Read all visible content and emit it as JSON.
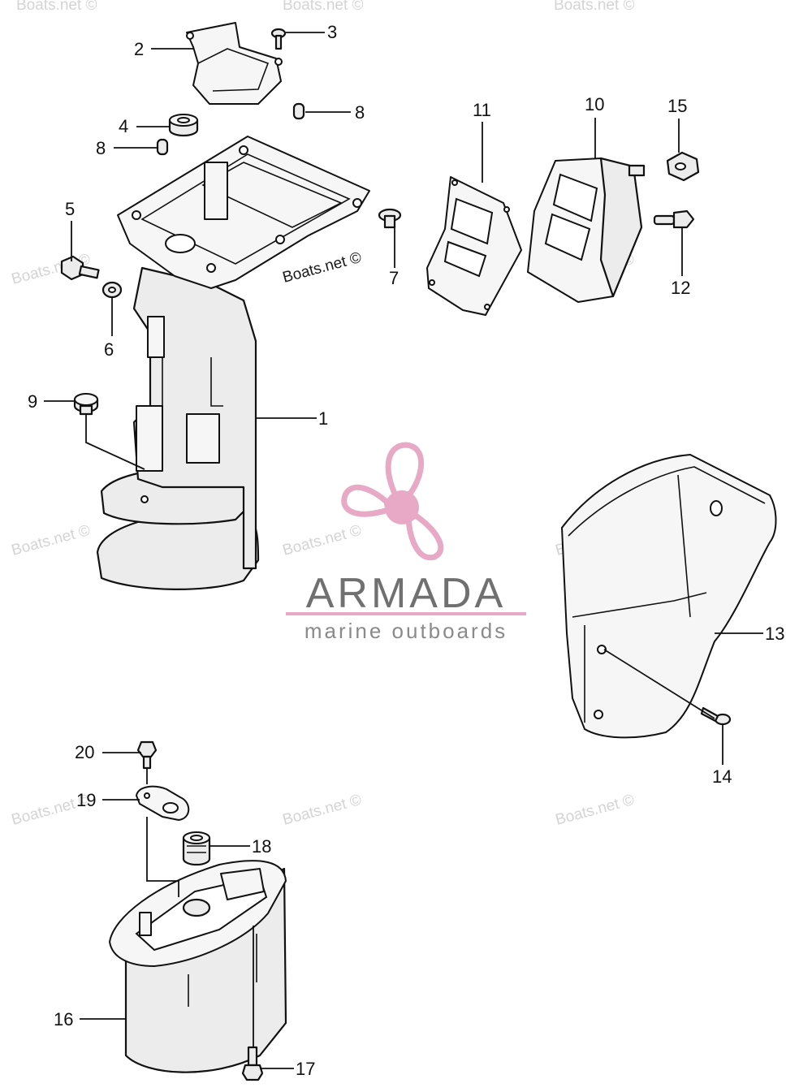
{
  "watermark": {
    "text": "Boats.net ©"
  },
  "brand": {
    "name": "ARMADA",
    "tagline": "marine outboards"
  },
  "colors": {
    "logo_pink": "#e8a9c6",
    "logo_text": "#707070",
    "tagline_text": "#8a8a8a",
    "line": "#111111"
  },
  "callouts": {
    "c1": "1",
    "c2": "2",
    "c3": "3",
    "c4": "4",
    "c5": "5",
    "c6": "6",
    "c7": "7",
    "c8a": "8",
    "c8b": "8",
    "c9": "9",
    "c10": "10",
    "c11": "11",
    "c12": "12",
    "c13": "13",
    "c14": "14",
    "c15": "15",
    "c16": "16",
    "c17": "17",
    "c18": "18",
    "c19": "19",
    "c20": "20"
  }
}
